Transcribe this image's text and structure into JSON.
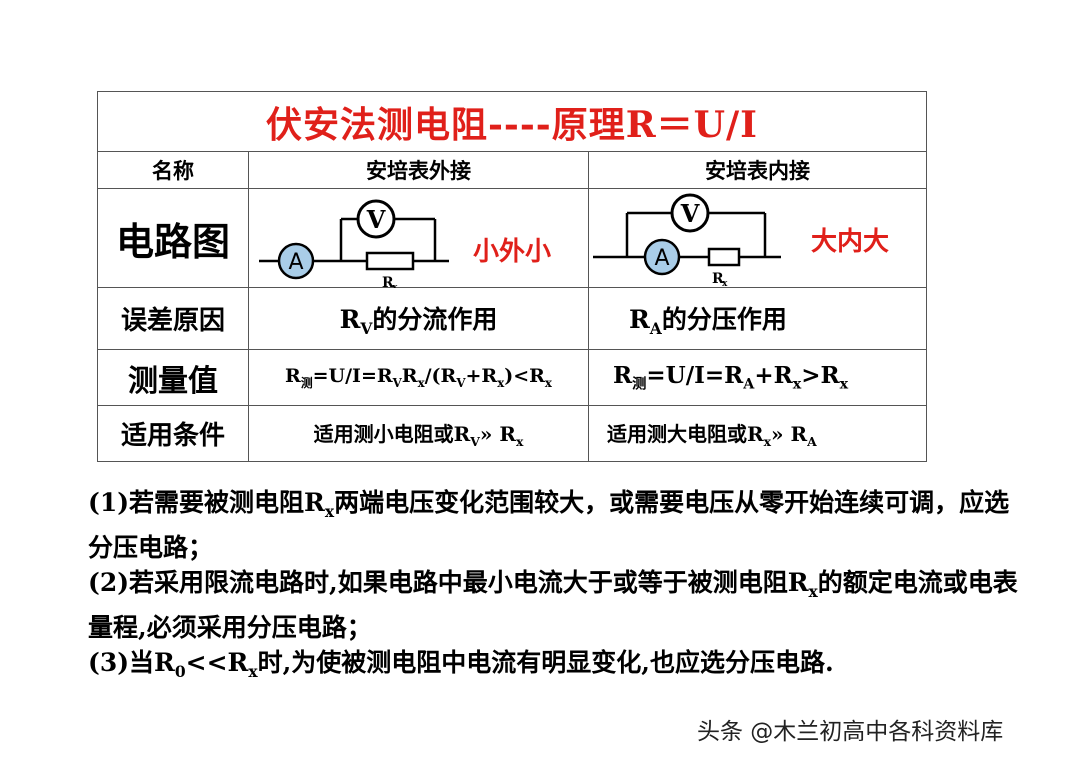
{
  "table": {
    "title": "伏安法测电阻----原理R＝U/I",
    "header": {
      "name": "名称",
      "external": "安培表外接",
      "internal": "安培表内接"
    },
    "rows": {
      "circuit": {
        "label": "电路图",
        "external_note": "小外小",
        "internal_note": "大内大"
      },
      "error": {
        "label": "误差原因",
        "external_main": "R",
        "external_sub": "V",
        "external_rest": "的分流作用",
        "internal_main": "R",
        "internal_sub": "A",
        "internal_rest": "的分压作用"
      },
      "measured": {
        "label": "测量值"
      },
      "condition": {
        "label": "适用条件",
        "external_pre": "适用测小电阻或R",
        "external_sub": "V",
        "external_post": "» R",
        "external_post_sub": "x",
        "internal_pre": "适用测大电阻或R",
        "internal_sub": "x",
        "internal_post": "» R",
        "internal_post_sub": "A"
      }
    }
  },
  "circuit_symbols": {
    "voltmeter": "V",
    "ammeter": "A",
    "resistor": "R",
    "resistor_sub": "x"
  },
  "notes": {
    "n1_pre": "(1)若需要被测电阻R",
    "n1_sub": "x",
    "n1_post": "两端电压变化范围较大，或需要电压从零开始连续可调，应选分压电路；",
    "n2_pre": "(2)若采用限流电路时,如果电路中最小电流大于或等于被测电阻R",
    "n2_sub": "x",
    "n2_post": "的额定电流或电表量程,必须采用分压电路；",
    "n3_a": "(3)当R",
    "n3_sub0": "0",
    "n3_b": "<<R",
    "n3_subx": "x",
    "n3_c": "时,为使被测电阻中电流有明显变化,也应选分压电路."
  },
  "watermark": "头条 @木兰初高中各科资料库"
}
